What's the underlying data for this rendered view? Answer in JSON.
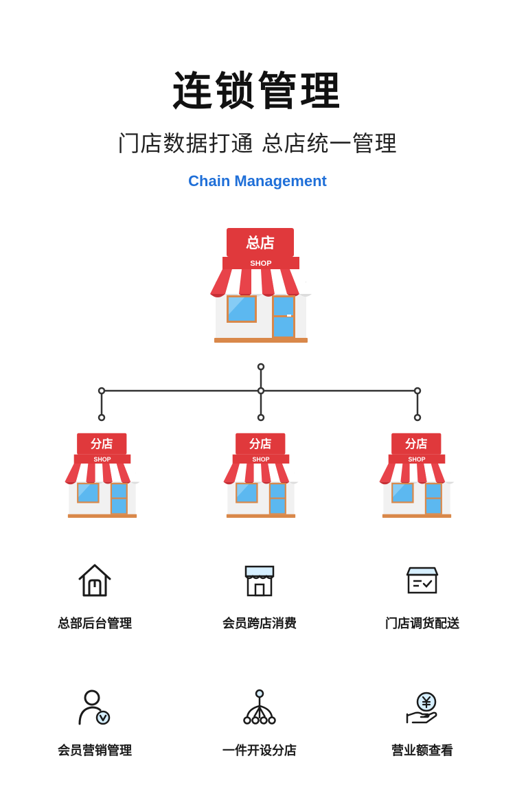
{
  "header": {
    "title": "连锁管理",
    "subtitle": "门店数据打通 总店统一管理",
    "english_title": "Chain Management"
  },
  "colors": {
    "accent_blue": "#1f6fd8",
    "shop_red": "#e0393c",
    "awning_red": "#e8434a",
    "window_blue": "#5cb8f0",
    "frame_orange": "#d9884a",
    "line_dark": "#333333"
  },
  "diagram": {
    "main_store": {
      "sign": "总店",
      "badge": "SHOP"
    },
    "branches": [
      {
        "sign": "分店",
        "badge": "SHOP"
      },
      {
        "sign": "分店",
        "badge": "SHOP"
      },
      {
        "sign": "分店",
        "badge": "SHOP"
      }
    ]
  },
  "features": [
    {
      "label": "总部后台管理",
      "icon": "home-icon"
    },
    {
      "label": "会员跨店消费",
      "icon": "storefront-icon"
    },
    {
      "label": "门店调货配送",
      "icon": "delivery-box-icon"
    },
    {
      "label": "会员营销管理",
      "icon": "member-vip-icon"
    },
    {
      "label": "一件开设分店",
      "icon": "branch-tree-icon"
    },
    {
      "label": "营业额查看",
      "icon": "revenue-hand-icon"
    }
  ]
}
